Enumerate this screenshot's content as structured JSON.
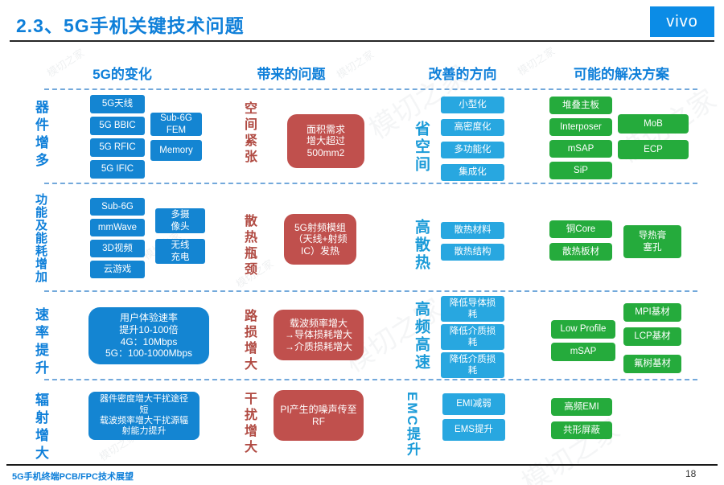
{
  "watermark": "模切之家",
  "header": {
    "title": "2.3、5G手机关键技术问题",
    "logo": "vivo"
  },
  "columns": {
    "c1": "5G的变化",
    "c2": "带来的问题",
    "c3": "改善的方向",
    "c4": "可能的解决方案"
  },
  "row1": {
    "label": "器件增多",
    "changes_a": [
      "5G天线",
      "5G BBIC",
      "5G RFIC",
      "5G IFIC"
    ],
    "changes_b": [
      "Sub-6G\nFEM",
      "Memory"
    ],
    "problem_label": "空间紧张",
    "problem": "面积需求\n增大超过\n500mm2",
    "direction_label": "省空间",
    "directions": [
      "小型化",
      "高密度化",
      "多功能化",
      "集成化"
    ],
    "solutions_a": [
      "堆叠主板",
      "Interposer",
      "mSAP",
      "SiP"
    ],
    "solutions_b": [
      "MoB",
      "ECP"
    ]
  },
  "row2": {
    "label": "功能及能耗增加",
    "changes_a": [
      "Sub-6G",
      "mmWave",
      "3D视频",
      "云游戏"
    ],
    "changes_b": [
      "多摄\n像头",
      "无线\n充电"
    ],
    "problem_label": "散热瓶颈",
    "problem": "5G射频模组\n（天线+射频\nIC）发热",
    "direction_label": "高散热",
    "directions": [
      "散热材料",
      "散热结构"
    ],
    "solutions_a": [
      "铜Core",
      "散热板材"
    ],
    "solutions_b": [
      "导热膏\n塞孔"
    ]
  },
  "row3": {
    "label": "速率提升",
    "change": "用户体验速率\n提升10-100倍\n4G：10Mbps\n5G：100-1000Mbps",
    "problem_label": "路损增大",
    "problem": "载波频率增大\n→导体损耗增大\n→介质损耗增大",
    "direction_label": "高频高速",
    "directions": [
      "降低导体损\n耗",
      "降低介质损\n耗",
      "降低介质损\n耗"
    ],
    "solutions_a": [
      "Low Profile",
      "mSAP"
    ],
    "solutions_b": [
      "MPI基材",
      "LCP基材",
      "氟树基材"
    ]
  },
  "row4": {
    "label": "辐射增大",
    "change": "器件密度增大干扰途径\n短\n载波频率增大干扰源辐\n射能力提升",
    "problem_label": "干扰增大",
    "problem": "PI产生的噪声传至\nRF",
    "direction_label": "EMC提升",
    "directions": [
      "EMI减弱",
      "EMS提升"
    ],
    "solutions": [
      "高频EMI",
      "共形屏蔽"
    ]
  },
  "footer": {
    "left": "5G手机终端PCB/FPC技术展望",
    "page": "18"
  }
}
